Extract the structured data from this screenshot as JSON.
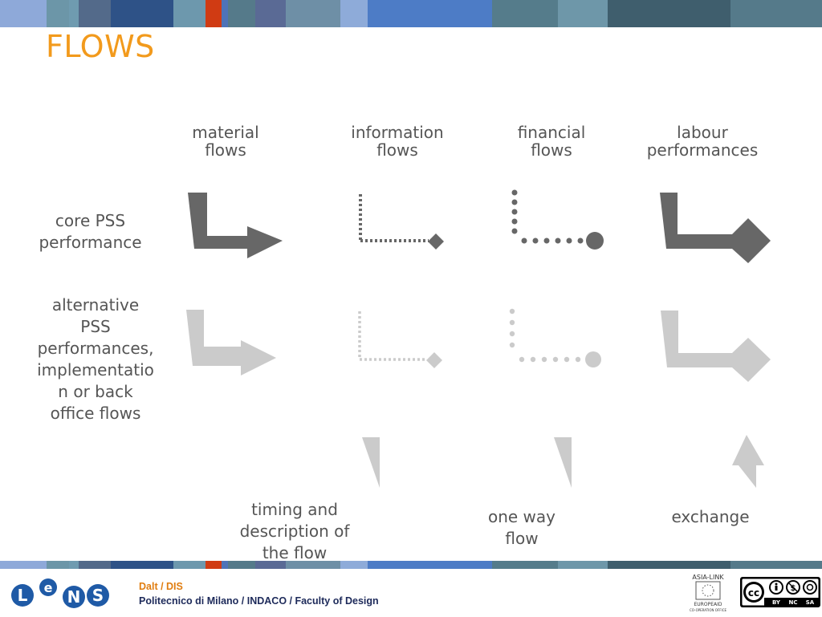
{
  "slide": {
    "title": "FLOWS",
    "columns": [
      {
        "line1": "material",
        "line2": "flows"
      },
      {
        "line1": "information",
        "line2": "flows"
      },
      {
        "line1": "financial",
        "line2": "flows"
      },
      {
        "line1": "labour",
        "line2": "performances"
      }
    ],
    "rows": {
      "core_line1": "core PSS",
      "core_line2": "performance",
      "alt_lines": [
        "alternative",
        "PSS",
        "performances,",
        "implementatio",
        "n or back",
        "office flows"
      ]
    },
    "legend": {
      "timing_lines": [
        "timing and",
        "description of",
        "the flow"
      ],
      "oneway_lines": [
        "one way",
        "flow"
      ],
      "exchange": "exchange"
    }
  },
  "footer": {
    "authors": "Dalt / DIS",
    "affiliation": "Politecnico di Milano / INDACO / Faculty of Design",
    "logo_letters": [
      "L",
      "e",
      "N",
      "S"
    ],
    "asia_link": "ASIA-LINK",
    "europeaid": "EUROPEAID",
    "europeaid_sub": "CO-OPERATION OFFICE",
    "cc_labels": [
      "BY",
      "NC",
      "SA"
    ]
  },
  "colors": {
    "accent": "#f29a1c",
    "dark_arrow": "#676767",
    "light_arrow": "#cbcbcb",
    "logo_blue": "#1f5aa6",
    "footer_blue": "#1d2a5a"
  }
}
